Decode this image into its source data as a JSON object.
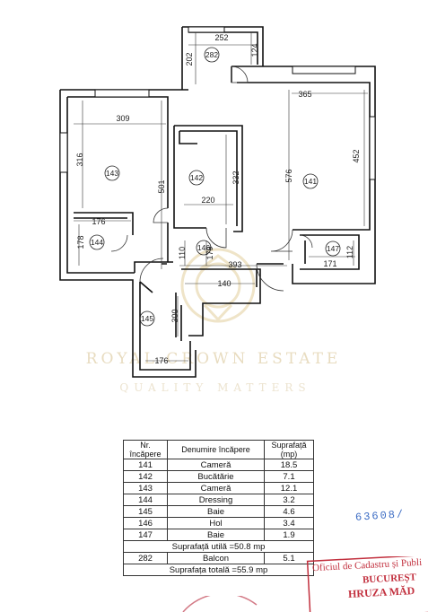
{
  "watermark": {
    "title": "ROYAL CROWN ESTATE",
    "subtitle": "QUALITY MATTERS"
  },
  "dimensions": {
    "d252": "252",
    "d124": "124",
    "d202": "202",
    "d365": "365",
    "d309": "309",
    "d316": "316",
    "d501": "501",
    "d332": "332",
    "d220": "220",
    "d576": "576",
    "d452": "452",
    "d176a": "176",
    "d178": "178",
    "d110": "110",
    "d179": "179",
    "d393": "393",
    "d171": "171",
    "d112": "112",
    "d140": "140",
    "d300": "300",
    "d176b": "176"
  },
  "room_labels": {
    "r282": "282",
    "r143": "143",
    "r142": "142",
    "r141": "141",
    "r144": "144",
    "r146": "146",
    "r147": "147",
    "r145": "145"
  },
  "table": {
    "headers": [
      "Nr. încăpere",
      "Denumire încăpere",
      "Suprafață (mp)"
    ],
    "rows": [
      [
        "141",
        "Cameră",
        "18.5"
      ],
      [
        "142",
        "Bucătărie",
        "7.1"
      ],
      [
        "143",
        "Cameră",
        "12.1"
      ],
      [
        "144",
        "Dressing",
        "3.2"
      ],
      [
        "145",
        "Baie",
        "4.6"
      ],
      [
        "146",
        "Hol",
        "3.4"
      ],
      [
        "147",
        "Baie",
        "1.9"
      ]
    ],
    "usable_area": "Suprafață utilă =50.8 mp",
    "balcony": [
      "282",
      "Balcon",
      "5.1"
    ],
    "total_area": "Suprafața totală =55.9 mp"
  },
  "serial_number": "63608/",
  "stamp": {
    "line1": "Oficiul de Cadastru și Publi",
    "line2": "BUCUREȘT",
    "line3": "HRUZA MĂD"
  },
  "colors": {
    "stamp": "#c2303e",
    "serial": "#3c6cc4",
    "watermark": "#e8dcc0"
  }
}
